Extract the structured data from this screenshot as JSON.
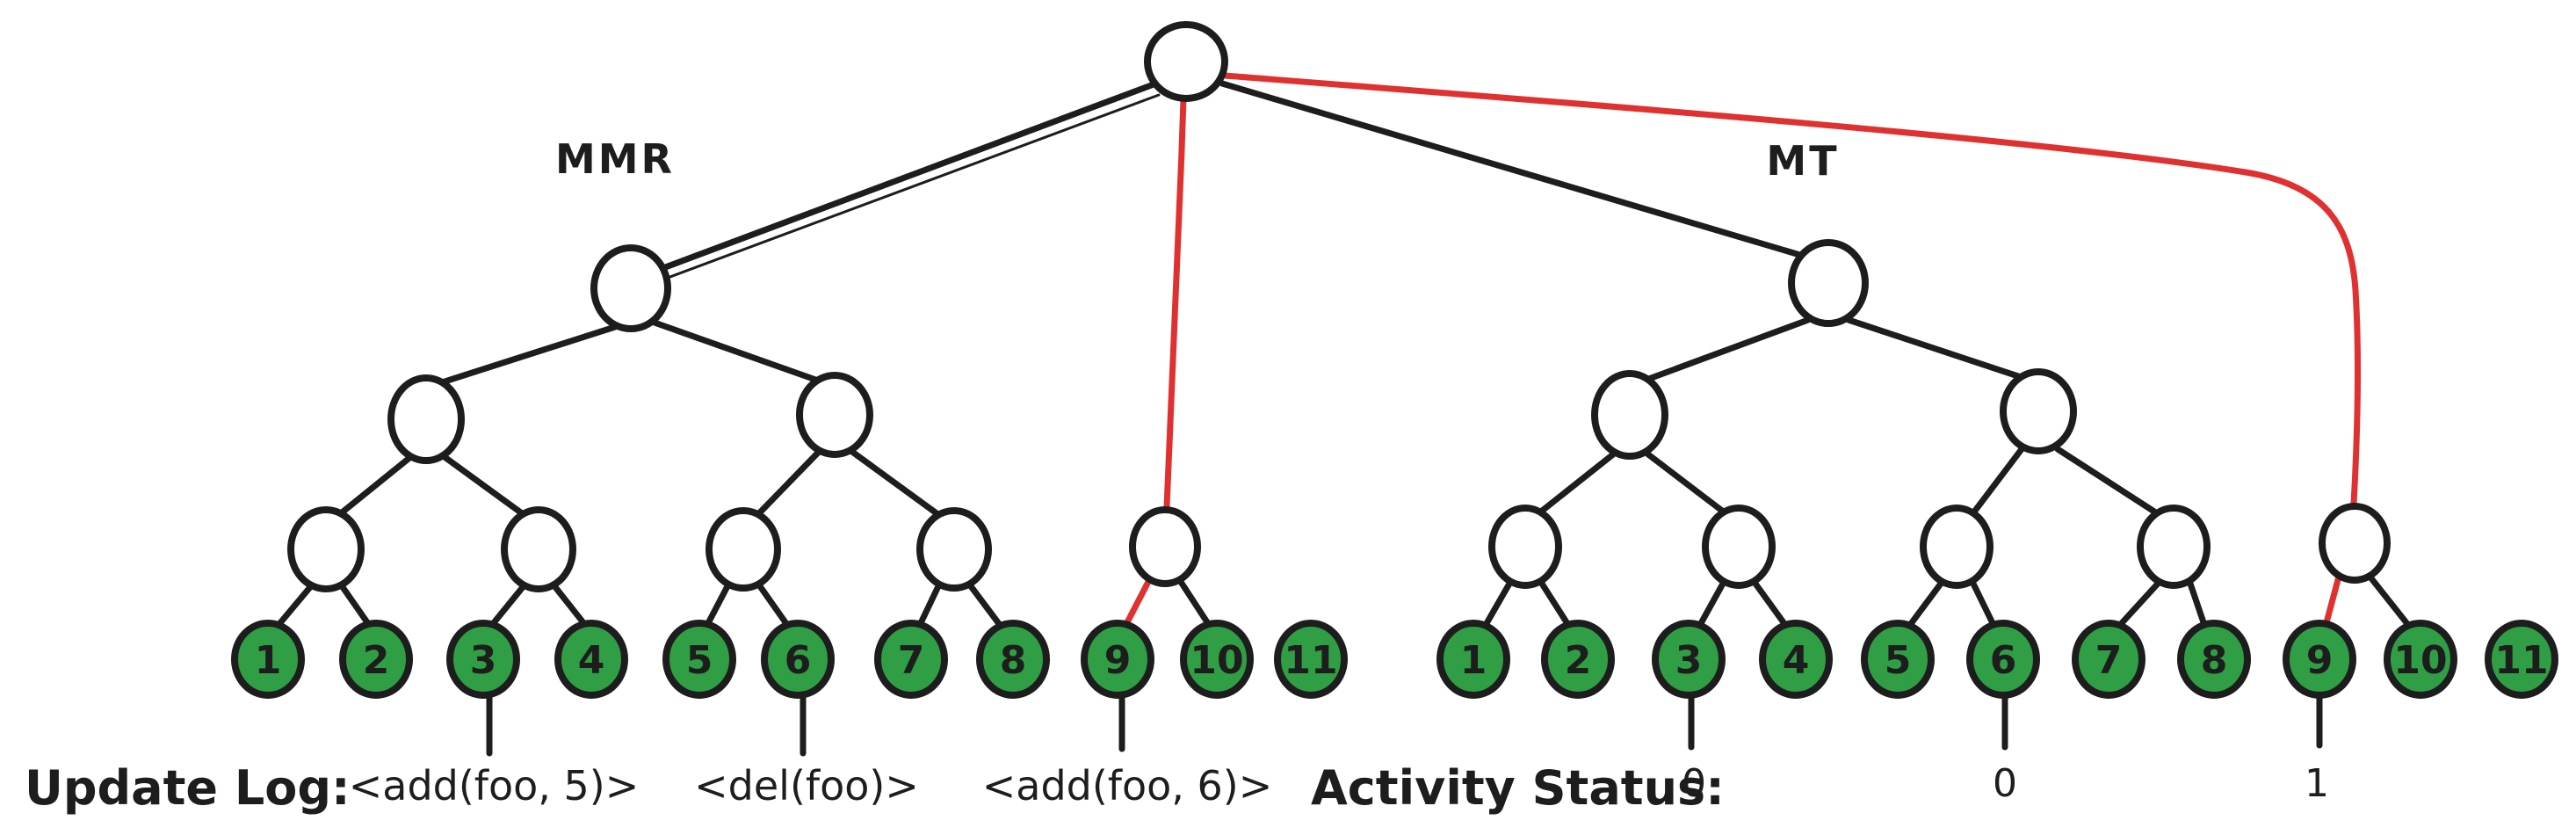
{
  "colors": {
    "background": "#ffffff",
    "ink": "#1d1d1d",
    "leaf_green": "#2f9e44",
    "active_red": "#e03131"
  },
  "mmr": {
    "label": "MMR",
    "leaves": [
      "1",
      "2",
      "3",
      "4",
      "5",
      "6",
      "7",
      "8",
      "9",
      "10",
      "11"
    ]
  },
  "mt": {
    "label": "MT",
    "leaves": [
      "1",
      "2",
      "3",
      "4",
      "5",
      "6",
      "7",
      "8",
      "9",
      "10",
      "11"
    ]
  },
  "update_log": {
    "title": "Update Log:",
    "entries": [
      "<add(foo, 5)>",
      "<del(foo)>",
      "<add(foo, 6)>"
    ]
  },
  "activity_status": {
    "title": "Activity Status:",
    "values": [
      "0",
      "0",
      "1"
    ]
  }
}
